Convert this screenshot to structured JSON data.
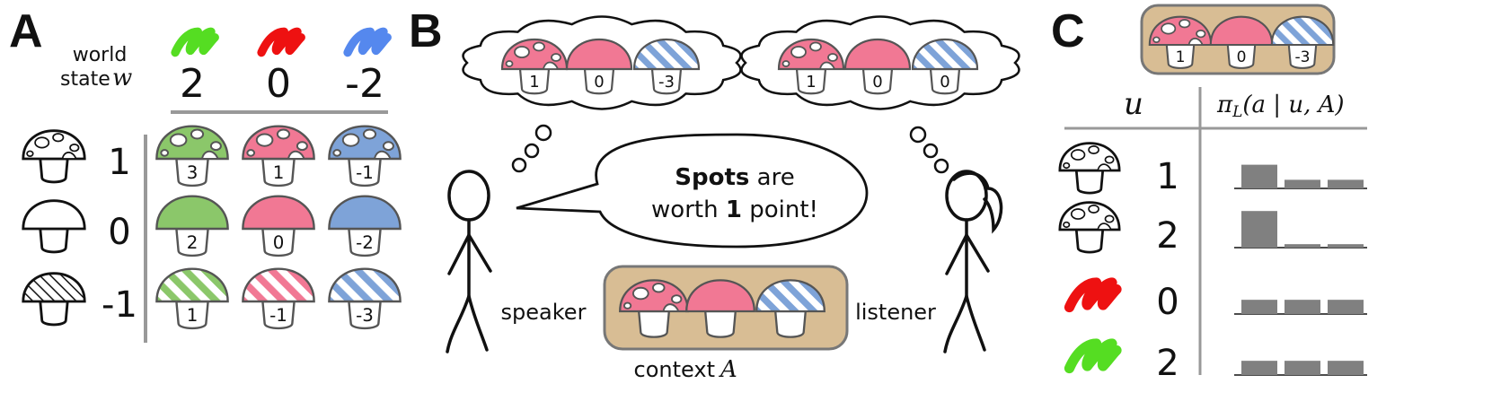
{
  "panels": {
    "a": "A",
    "b": "B",
    "c": "C"
  },
  "colors": {
    "green": "#8bc76a",
    "red": "#f17894",
    "blue": "#7ea3d8",
    "green_scribble": "#55dd22",
    "red_scribble": "#ee1111",
    "blue_scribble": "#5588ee",
    "context_bg": "#d8bd94",
    "bar": "#808080"
  },
  "panel_a": {
    "header_line1": "world",
    "header_line2": "state",
    "header_var": "w",
    "world_values": [
      "2",
      "0",
      "-2"
    ],
    "row_labels": [
      "1",
      "0",
      "-1"
    ],
    "cells": [
      [
        "3",
        "1",
        "-1"
      ],
      [
        "2",
        "0",
        "-2"
      ],
      [
        "1",
        "-1",
        "-3"
      ]
    ]
  },
  "panel_b": {
    "speaker_thought": [
      "1",
      "0",
      "-3"
    ],
    "listener_thought": [
      "1",
      "0",
      "0"
    ],
    "speech_bold1": "Spots",
    "speech_rest1": " are",
    "speech_pre2": "worth ",
    "speech_bold2": "1",
    "speech_post2": " point!",
    "speaker_label": "speaker",
    "listener_label": "listener",
    "context_label": "context",
    "context_var": "A"
  },
  "panel_c": {
    "context_values": [
      "1",
      "0",
      "-3"
    ],
    "col_u": "u",
    "col_pi": "π",
    "col_pi_sub": "L",
    "col_pi_args": "(a | u, A)",
    "rows": [
      {
        "icon": "spotted-mushroom",
        "u": "1",
        "bars": [
          0.55,
          0.2,
          0.2
        ]
      },
      {
        "icon": "spotted-mushroom",
        "u": "2",
        "bars": [
          0.85,
          0.08,
          0.08
        ]
      },
      {
        "icon": "red-scribble",
        "u": "0",
        "bars": [
          0.33,
          0.33,
          0.33
        ]
      },
      {
        "icon": "green-scribble",
        "u": "2",
        "bars": [
          0.33,
          0.33,
          0.33
        ]
      }
    ]
  }
}
